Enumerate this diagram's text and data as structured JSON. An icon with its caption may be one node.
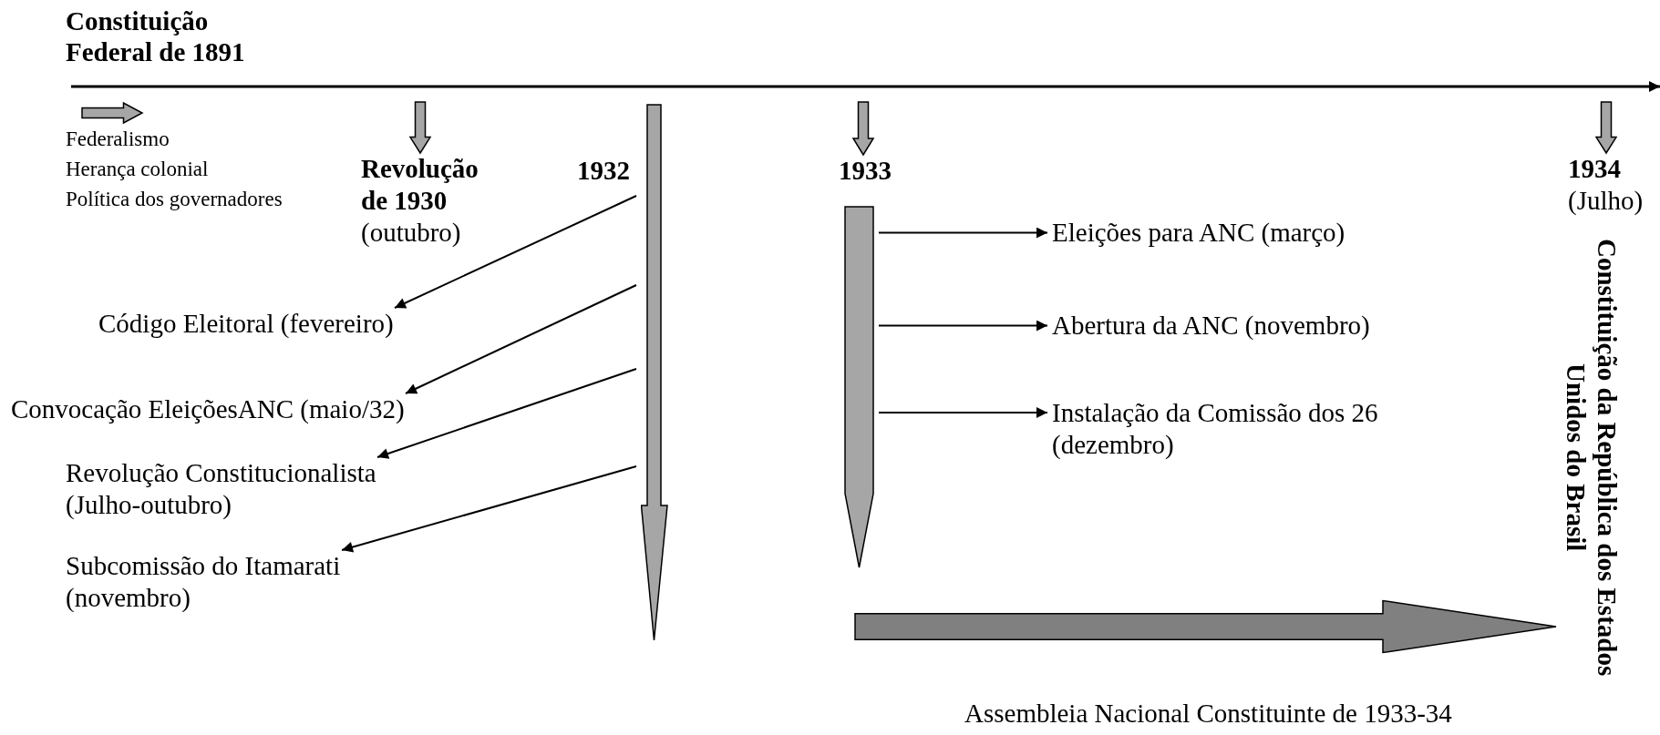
{
  "diagram": {
    "nodes": [
      {
        "text": [
          "Revolução de 1930",
          "(outubro)"
        ]
      },
      {
        "text": [
          "1932"
        ]
      },
      {
        "text": [
          "Código Eleitoral (fevereiro)"
        ]
      },
      {
        "text": [
          "Convocação EleiçõesANC (maio/32)"
        ]
      },
      {
        "text": [
          "Revolução Constitucionalista (Julho-outubro)"
        ]
      },
      {
        "text": [
          "Subcomissão do Itamarati (novembro)"
        ]
      },
      {
        "text": [
          "1933"
        ]
      },
      {
        "text": [
          "Eleições para ANC (março)"
        ]
      },
      {
        "text": [
          "Abertura da ANC (novembro)"
        ]
      },
      {
        "text": [
          "Instalação da Comissão dos 26 (dezembro)"
        ]
      },
      {
        "text": [
          "1934",
          "(Julho)"
        ]
      },
      {
        "text": [
          "Constituição da República dos Estados Unidos do Brasil"
        ]
      }
    ],
    "edges": [
      {
        "from": null,
        "to": 0,
        "arrow": "to",
        "style": "thick",
        "color": "#a6a6a6"
      },
      {
        "from": 1,
        "to": 2,
        "arrow": "to"
      },
      {
        "from": 1,
        "to": 3,
        "arrow": "to"
      },
      {
        "from": 1,
        "to": 4,
        "arrow": "to"
      },
      {
        "from": 1,
        "to": 5,
        "arrow": "to"
      },
      {
        "from": null,
        "to": 6,
        "arrow": "to",
        "style": "thick",
        "color": "#a6a6a6"
      },
      {
        "from": 6,
        "to": 7,
        "arrow": "to"
      },
      {
        "from": 6,
        "to": 8,
        "arrow": "to"
      },
      {
        "from": 6,
        "to": 9,
        "arrow": "to"
      },
      {
        "from": null,
        "to": 10,
        "arrow": "to",
        "style": "thick",
        "color": "#a6a6a6"
      },
      {
        "from": null,
        "to": 11,
        "arrow": "to",
        "style": "thick",
        "color": "#808080"
      }
    ],
    "labels": [
      "Constituição Federal de 1891",
      "Federalismo",
      "Herança colonial",
      "Política dos governadores",
      "Assembleia Nacional Constituinte de 1933-34"
    ]
  }
}
